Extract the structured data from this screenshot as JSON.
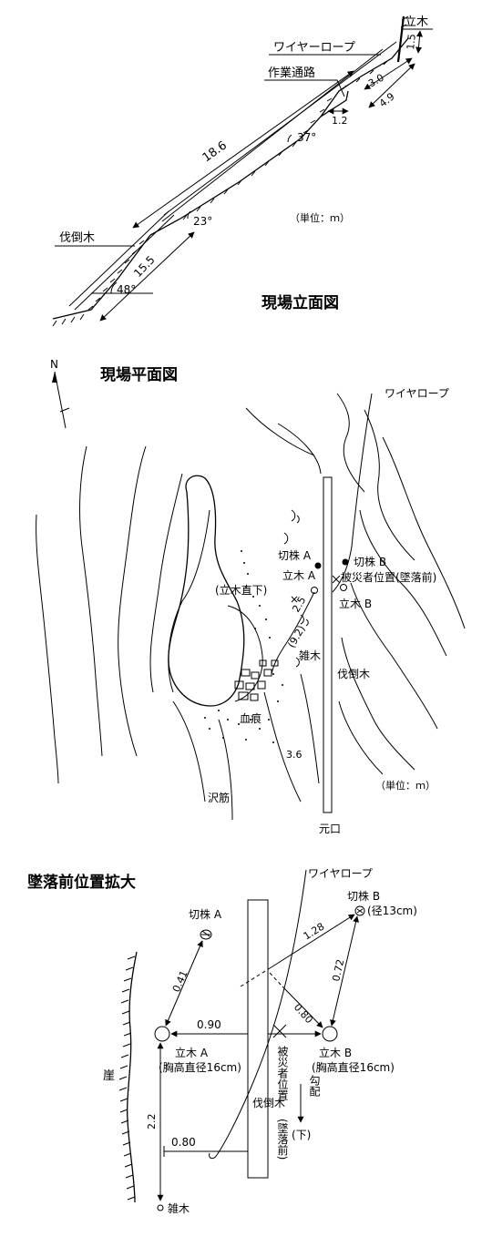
{
  "elevation": {
    "title": "現場立面図",
    "unit_note": "（単位：ｍ）",
    "labels": {
      "standing_tree": "立木",
      "wire_rope": "ワイヤーロープ",
      "work_path": "作業通路",
      "felled_tree": "伐倒木"
    },
    "dimensions": {
      "d1_5": "1.5",
      "d3_0": "3.0",
      "d4_9": "4.9",
      "d1_2": "1.2",
      "d18_6": "18.6",
      "d15_5": "15.5"
    },
    "angles": {
      "a37": "37°",
      "a23": "23°",
      "a48": "48°"
    }
  },
  "plan": {
    "title": "現場平面図",
    "north": "N",
    "unit_note": "（単位：ｍ）",
    "labels": {
      "wire_rope": "ワイヤロープ",
      "stump_a": "切株 A",
      "stump_b": "切株 B",
      "tree_a": "立木 A",
      "tree_b": "立木 B",
      "victim_pos": "被災者位置(墜落前)",
      "under_tree": "(立木直下)",
      "brush": "雑木",
      "felled_tree": "伐倒木",
      "blood": "血痕",
      "stream": "沢筋",
      "butt_end": "元口",
      "dist_3_6": "3.6",
      "dist_2_5": "2.5",
      "dist_9_2": "(9.2)"
    }
  },
  "enlarged": {
    "title": "墜落前位置拡大",
    "labels": {
      "wire_rope": "ワイヤロープ",
      "stump_a": "切株 A",
      "stump_b": "切株 B",
      "stump_b_dia": "(径13cm)",
      "tree_a": "立木 A",
      "tree_a_dia": "(胸高直径16cm)",
      "tree_b": "立木 B",
      "tree_b_dia": "(胸高直径16cm)",
      "cliff": "崖",
      "felled_tree": "伐倒木",
      "victim_pos": "被災者位置",
      "victim_pos_2": "(墜落前)",
      "slope": "勾配",
      "slope_dir": "(下)",
      "brush": "雑木"
    },
    "dimensions": {
      "d1_28": "1.28",
      "d0_41": "0.41",
      "d0_72": "0.72",
      "d0_80a": "0.80",
      "d0_90": "0.90",
      "d0_80b": "0.80",
      "d2_2": "2.2"
    }
  }
}
